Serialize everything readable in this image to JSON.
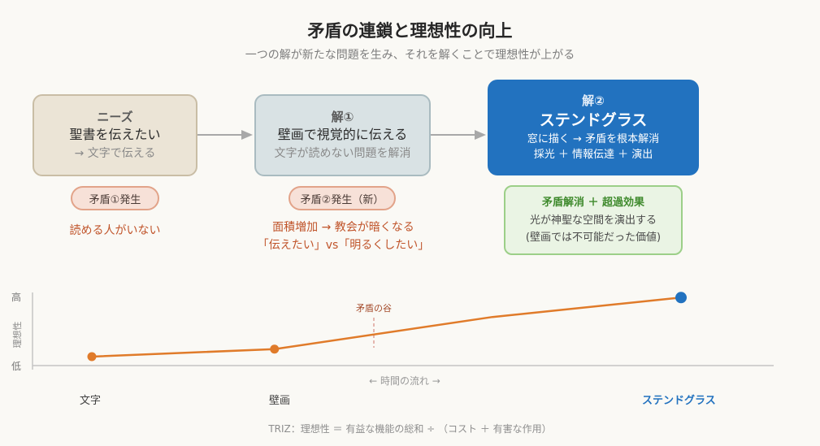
{
  "header": {
    "title": "矛盾の連鎖と理想性の向上",
    "subtitle": "一つの解が新たな問題を生み、それを解くことで理想性が上がる"
  },
  "boxes": {
    "needs": {
      "head": "ニーズ",
      "main": "聖書を伝えたい",
      "sub": "→ 文字で伝える"
    },
    "solution1": {
      "head": "解①",
      "main": "壁画で視覚的に伝える",
      "sub": "文字が読めない問題を解消"
    },
    "solution2": {
      "head": "解②",
      "main": "ステンドグラス",
      "line1": "窓に描く → 矛盾を根本解消",
      "line2": "採光 ＋ 情報伝達 ＋ 演出"
    }
  },
  "contradictions": {
    "c1": {
      "label": "矛盾①発生",
      "text": "読める人がいない"
    },
    "c2": {
      "label": "矛盾②発生（新）",
      "text1": "面積増加 → 教会が暗くなる",
      "text2": "「伝えたい」vs「明るくしたい」"
    }
  },
  "resolution": {
    "head": "矛盾解消 ＋ 超過効果",
    "line1": "光が神聖な空間を演出する",
    "line2": "(壁画では不可能だった価値)"
  },
  "chart_data": {
    "type": "line",
    "ylabel": "理想性",
    "y_high_label": "高",
    "y_low_label": "低",
    "xlabel": "← 時間の流れ →",
    "annotation": "矛盾の谷",
    "categories": [
      "文字",
      "壁画",
      "ステンドグラス"
    ],
    "ylim": [
      0,
      100
    ],
    "points": [
      {
        "x": 0.0,
        "y": 12
      },
      {
        "x": 0.31,
        "y": 22
      },
      {
        "x": 0.68,
        "y": 65
      },
      {
        "x": 1.0,
        "y": 91
      }
    ],
    "markers": [
      {
        "label": "文字",
        "color": "#e07b2a"
      },
      {
        "label": "壁画",
        "color": "#e07b2a"
      },
      {
        "label": "ステンドグラス",
        "color": "#2272bf"
      }
    ],
    "line_color": "#e07b2a"
  },
  "footer": "TRIZ：理想性 ＝ 有益な機能の総和 ÷ （コスト ＋ 有害な作用）",
  "colors": {
    "accent_blue": "#2272bf",
    "accent_orange": "#e07b2a",
    "contradiction_red": "#c0542a",
    "resolution_green": "#3f8a2d"
  }
}
